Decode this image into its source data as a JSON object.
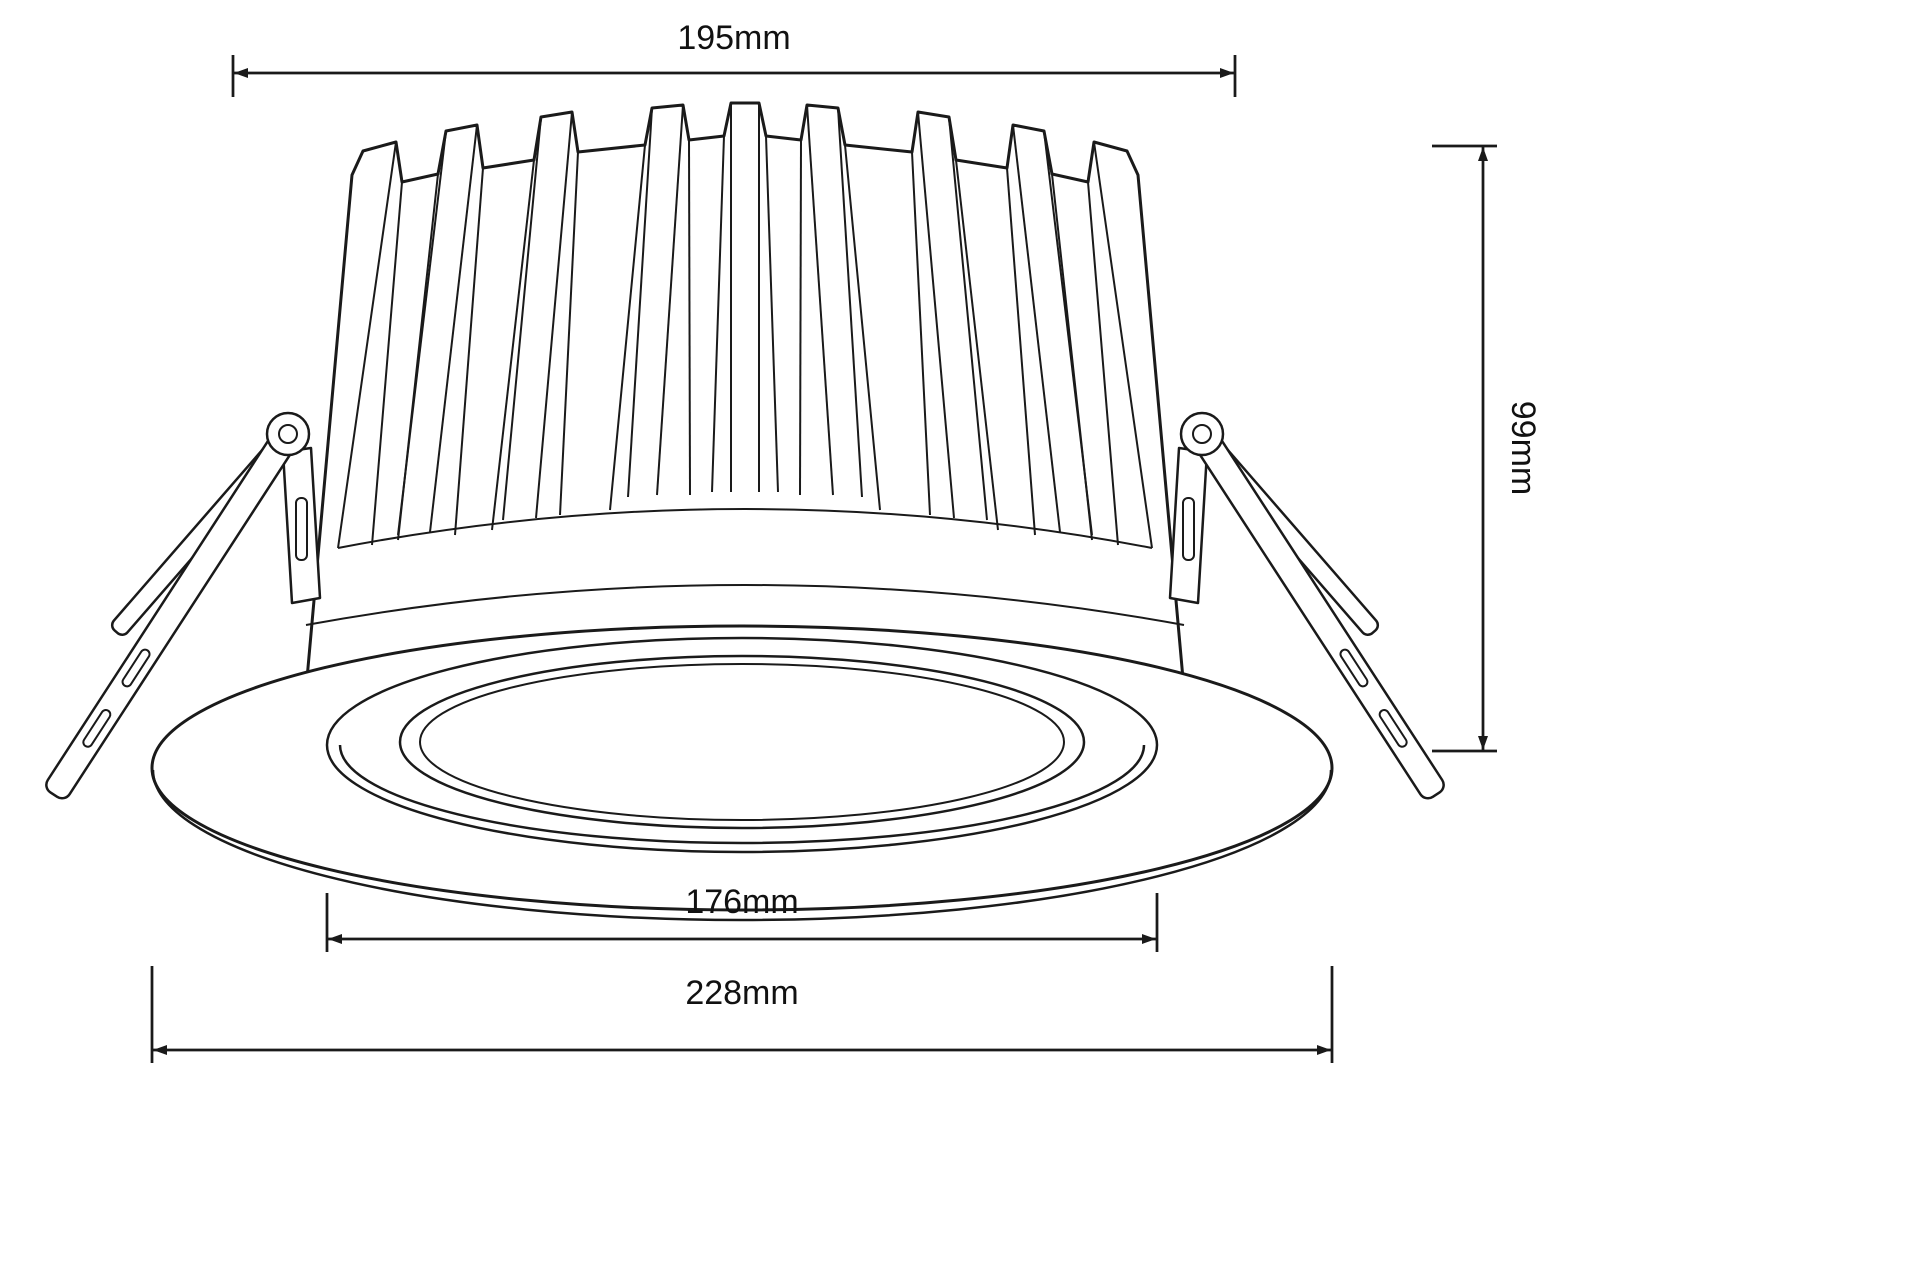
{
  "figure": {
    "kind": "technical-dimension-drawing"
  },
  "labels": {
    "dim_top_width": "195mm",
    "dim_height": "99mm",
    "dim_inner_diameter": "176mm",
    "dim_outer_diameter": "228mm"
  },
  "colors": {
    "line": "#1a1a1a",
    "background": "#ffffff"
  }
}
